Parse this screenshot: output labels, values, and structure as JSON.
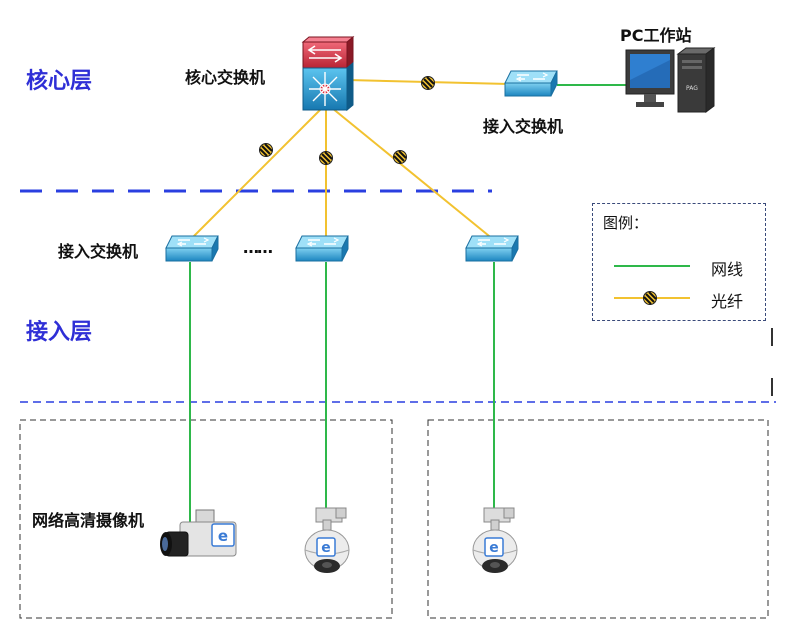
{
  "layers": {
    "core": "核心层",
    "access": "接入层"
  },
  "nodes": {
    "core_switch": "核心交换机",
    "pc_station": "PC工作站",
    "access_switch_right": "接入交换机",
    "access_switch_left": "接入交换机",
    "ellipsis": "……",
    "cameras": "网络高清摄像机",
    "pc_logo": "PAG"
  },
  "legend": {
    "title": "图例：",
    "cable": "网线",
    "fiber": "光纤"
  },
  "colors": {
    "fiber": "#f2c230",
    "cable": "#2eb84a",
    "layer_text": "#2f2fd6",
    "divider": "#2a3fe0",
    "switch": "#2a95c8",
    "core_top": "#d83a4a"
  }
}
